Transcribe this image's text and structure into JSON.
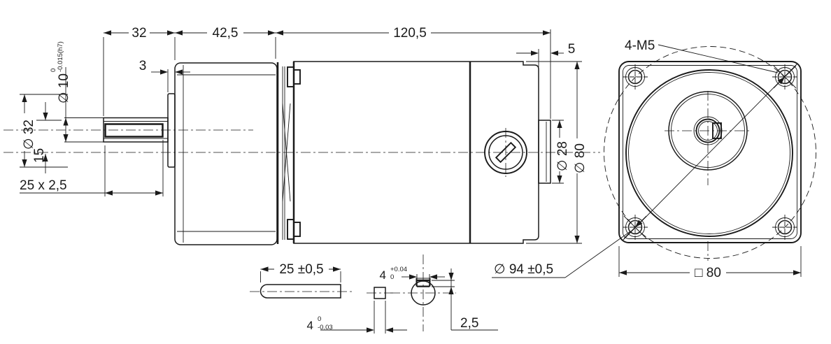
{
  "colors": {
    "line": "#1a1a1a",
    "background": "#ffffff"
  },
  "side_view": {
    "dim_shaft_length": "32",
    "dim_gearhead_length": "42,5",
    "dim_motor_length": "120,5",
    "dim_rear_boss_depth": "5",
    "dim_pilot_thickness": "3",
    "dim_shaft_dia": "∅ 10",
    "dim_shaft_dia_tol_upper": "0",
    "dim_shaft_dia_tol_lower": "-0.015(h7)",
    "dim_pilot_dia": "∅ 32",
    "dim_shaft_offset": "15",
    "dim_keyway_note": "25 x 2,5",
    "dim_rear_boss_dia": "∅ 28",
    "dim_body_dia": "∅ 80"
  },
  "front_view": {
    "label_mounting_holes": "4-M5",
    "dim_square": "□ 80",
    "dim_bolt_circle": "∅ 94 ±0,5"
  },
  "key_details": {
    "dim_key_length": "25 ±0,5",
    "dim_keyway_width": "4",
    "dim_keyway_width_tol_upper": "+0.04",
    "dim_keyway_width_tol_lower": "0",
    "dim_key_width": "4",
    "dim_key_width_tol_upper": "0",
    "dim_key_width_tol_lower": "-0.03",
    "dim_keyway_depth": "2,5"
  }
}
